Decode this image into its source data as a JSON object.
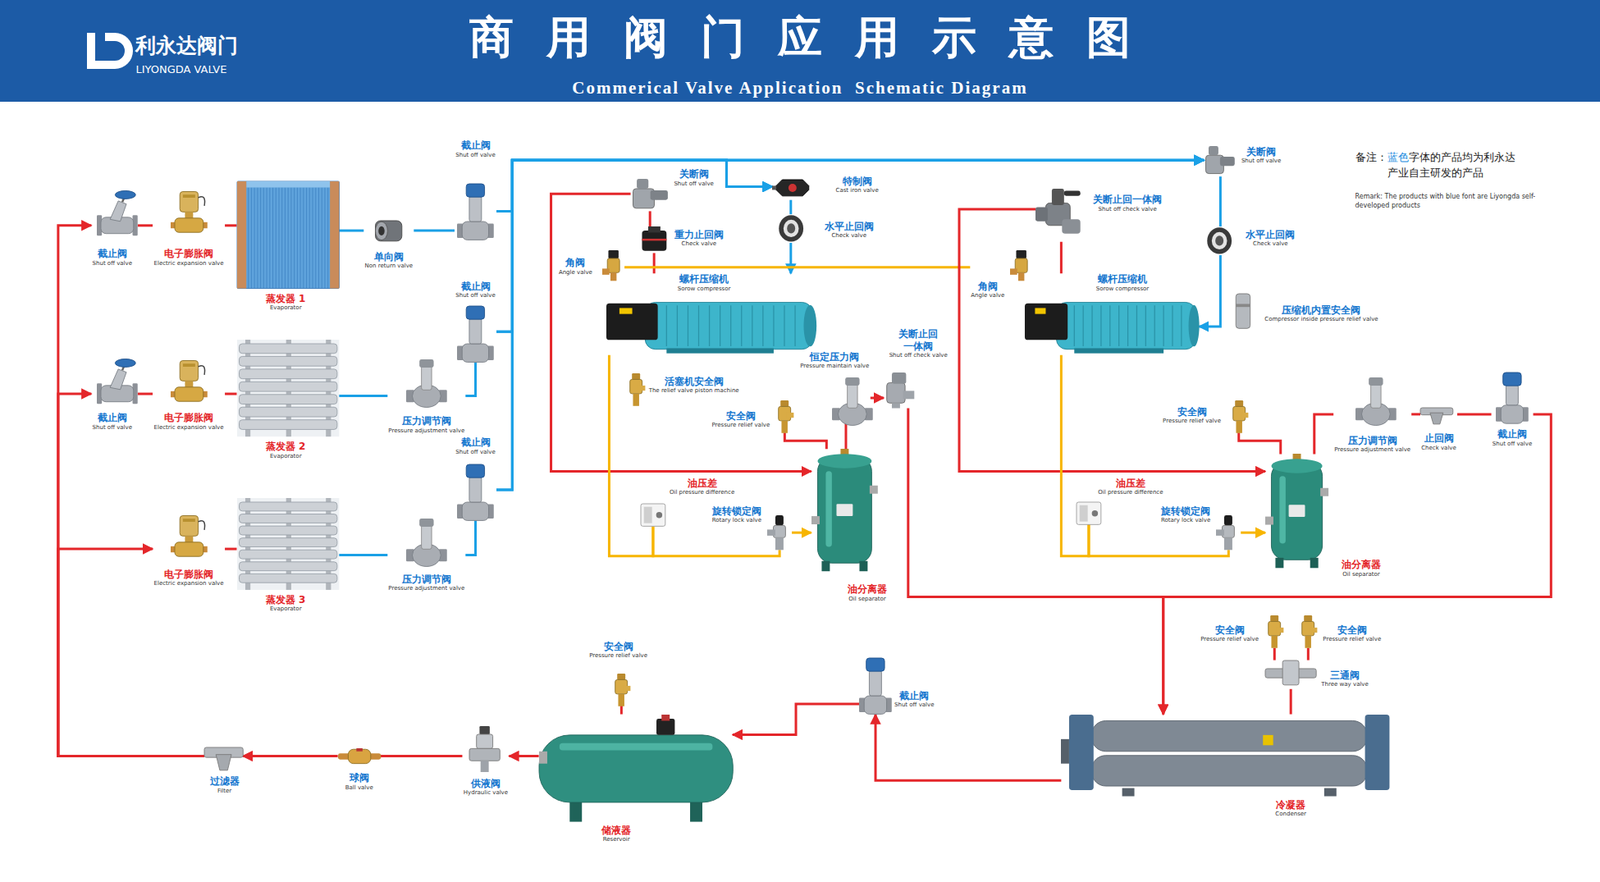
{
  "diagram": {
    "title": "商用阀门应用示意图",
    "nodes": [
      {
        "text": [
          "截止阀",
          "Shut off valve"
        ]
      },
      {
        "text": [
          "电子膨胀阀",
          "Electric expansion valve"
        ]
      },
      {
        "text": [
          "蒸发器 1",
          "Evaporator"
        ]
      },
      {
        "text": [
          "单向阀",
          "Non return valve"
        ]
      },
      {
        "text": [
          "截止阀",
          "Shut off valve"
        ]
      },
      {
        "text": [
          "截止阀",
          "Shut off valve"
        ]
      },
      {
        "text": [
          "电子膨胀阀",
          "Electric expansion valve"
        ]
      },
      {
        "text": [
          "蒸发器 2",
          "Evaporator"
        ]
      },
      {
        "text": [
          "压力调节阀",
          "Pressure adjustment valve"
        ]
      },
      {
        "text": [
          "截止阀",
          "Shut off valve"
        ]
      },
      {
        "text": [
          "电子膨胀阀",
          "Electric expansion valve"
        ]
      },
      {
        "text": [
          "蒸发器 3",
          "Evaporator"
        ]
      },
      {
        "text": [
          "压力调节阀",
          "Pressure adjustment valve"
        ]
      },
      {
        "text": [
          "截止阀",
          "Shut off valve"
        ]
      },
      {
        "text": [
          "关断阀",
          "Shut off valve"
        ]
      },
      {
        "text": [
          "特制阀",
          "Cast iron valve"
        ]
      },
      {
        "text": [
          "重力止回阀",
          "Check valve"
        ]
      },
      {
        "text": [
          "水平止回阀",
          "Check valve"
        ]
      },
      {
        "text": [
          "角阀",
          "Angle valve"
        ]
      },
      {
        "text": [
          "螺杆压缩机",
          "Sorow compressor"
        ]
      },
      {
        "text": [
          "活塞机安全阀",
          "The relief valve piston machine"
        ]
      },
      {
        "text": [
          "恒定压力阀",
          "Pressure maintain valve"
        ]
      },
      {
        "text": [
          "关断止回 一体阀",
          "Shut off check valve"
        ]
      },
      {
        "text": [
          "安全阀",
          "Pressure relief valve"
        ]
      },
      {
        "text": [
          "油压差",
          "Oil pressure difference"
        ]
      },
      {
        "text": [
          "旋转锁定阀",
          "Rotary lock valve"
        ]
      },
      {
        "text": [
          "油分离器",
          "Oil separator"
        ]
      },
      {
        "text": [
          "关断阀",
          "Shut off valve"
        ]
      },
      {
        "text": [
          "关断止回一体阀",
          "Shut off check valve"
        ]
      },
      {
        "text": [
          "水平止回阀",
          "Check valve"
        ]
      },
      {
        "text": [
          "角阀",
          "Angle valve"
        ]
      },
      {
        "text": [
          "螺杆压缩机",
          "Sorow compressor"
        ]
      },
      {
        "text": [
          "压缩机内置安全阀",
          "Compressor inside pressure relief valve"
        ]
      },
      {
        "text": [
          "安全阀",
          "Pressure relief valve"
        ]
      },
      {
        "text": [
          "压力调节阀",
          "Pressure adjustment valve"
        ]
      },
      {
        "text": [
          "止回阀",
          "Check valve"
        ]
      },
      {
        "text": [
          "截止阀",
          "Shut off valve"
        ]
      },
      {
        "text": [
          "油压差",
          "Oil pressure difference"
        ]
      },
      {
        "text": [
          "旋转锁定阀",
          "Rotary lock valve"
        ]
      },
      {
        "text": [
          "油分离器",
          "Oil separator"
        ]
      },
      {
        "text": [
          "安全阀",
          "Pressure relief valve"
        ]
      },
      {
        "text": [
          "安全阀",
          "Pressure relief valve"
        ]
      },
      {
        "text": [
          "三通阀",
          "Three way valve"
        ]
      },
      {
        "text": [
          "冷凝器",
          "Condenser"
        ]
      },
      {
        "text": [
          "截止阀",
          "Shut off valve"
        ]
      },
      {
        "text": [
          "安全阀",
          "Pressure relief valve"
        ]
      },
      {
        "text": [
          "储液器",
          "Reservoir"
        ]
      },
      {
        "text": [
          "供液阀",
          "Hydraulic valve"
        ]
      },
      {
        "text": [
          "球阀",
          "Ball valve"
        ]
      },
      {
        "text": [
          "过滤器",
          "Filter"
        ]
      }
    ],
    "edges": [
      {
        "from": 0,
        "to": 1,
        "arrow": "none"
      },
      {
        "from": 1,
        "to": 2,
        "arrow": "none"
      },
      {
        "from": 2,
        "to": 3,
        "arrow": "none"
      },
      {
        "from": 3,
        "to": 4,
        "arrow": "none"
      },
      {
        "from": 5,
        "to": 6,
        "arrow": "none"
      },
      {
        "from": 6,
        "to": 7,
        "arrow": "none"
      },
      {
        "from": 7,
        "to": 8,
        "arrow": "none"
      },
      {
        "from": 8,
        "to": 9,
        "arrow": "none"
      },
      {
        "from": 10,
        "to": 11,
        "arrow": "none"
      },
      {
        "from": 11,
        "to": 12,
        "arrow": "none"
      },
      {
        "from": 12,
        "to": 13,
        "arrow": "none"
      },
      {
        "from": 4,
        "to": 15,
        "arrow": "to"
      },
      {
        "from": 9,
        "to": 15,
        "arrow": "to"
      },
      {
        "from": 13,
        "to": 15,
        "arrow": "to"
      },
      {
        "from": 4,
        "to": 27,
        "arrow": "to"
      },
      {
        "from": 9,
        "to": 27,
        "arrow": "to"
      },
      {
        "from": 13,
        "to": 27,
        "arrow": "to"
      },
      {
        "from": 15,
        "to": 17,
        "arrow": "none"
      },
      {
        "from": 17,
        "to": 19,
        "arrow": "to"
      },
      {
        "from": 19,
        "to": 16,
        "arrow": "none"
      },
      {
        "from": 16,
        "to": 14,
        "arrow": "none"
      },
      {
        "from": 14,
        "to": 26,
        "arrow": "to"
      },
      {
        "from": 18,
        "to": 30,
        "arrow": "none"
      },
      {
        "from": 19,
        "to": 24,
        "arrow": "none"
      },
      {
        "from": 24,
        "to": 25,
        "arrow": "none"
      },
      {
        "from": 25,
        "to": 26,
        "arrow": "to"
      },
      {
        "from": 23,
        "to": 26,
        "arrow": "none"
      },
      {
        "from": 26,
        "to": 21,
        "arrow": "none"
      },
      {
        "from": 21,
        "to": 22,
        "arrow": "to"
      },
      {
        "from": 22,
        "to": 43,
        "arrow": "to"
      },
      {
        "from": 27,
        "to": 29,
        "arrow": "none"
      },
      {
        "from": 29,
        "to": 31,
        "arrow": "to"
      },
      {
        "from": 31,
        "to": 28,
        "arrow": "none"
      },
      {
        "from": 28,
        "to": 39,
        "arrow": "to"
      },
      {
        "from": 31,
        "to": 37,
        "arrow": "none"
      },
      {
        "from": 37,
        "to": 38,
        "arrow": "none"
      },
      {
        "from": 38,
        "to": 39,
        "arrow": "to"
      },
      {
        "from": 33,
        "to": 39,
        "arrow": "none"
      },
      {
        "from": 39,
        "to": 34,
        "arrow": "none"
      },
      {
        "from": 34,
        "to": 35,
        "arrow": "none"
      },
      {
        "from": 35,
        "to": 36,
        "arrow": "none"
      },
      {
        "from": 36,
        "to": 43,
        "arrow": "to"
      },
      {
        "from": 40,
        "to": 42,
        "arrow": "none"
      },
      {
        "from": 41,
        "to": 42,
        "arrow": "none"
      },
      {
        "from": 42,
        "to": 43,
        "arrow": "none"
      },
      {
        "from": 43,
        "to": 44,
        "arrow": "to"
      },
      {
        "from": 44,
        "to": 46,
        "arrow": "to"
      },
      {
        "from": 45,
        "to": 46,
        "arrow": "none"
      },
      {
        "from": 46,
        "to": 47,
        "arrow": "to"
      },
      {
        "from": 47,
        "to": 48,
        "arrow": "none"
      },
      {
        "from": 48,
        "to": 49,
        "arrow": "to"
      },
      {
        "from": 49,
        "to": 0,
        "arrow": "to"
      },
      {
        "from": 49,
        "to": 5,
        "arrow": "to"
      },
      {
        "from": 49,
        "to": 10,
        "arrow": "to"
      }
    ],
    "labels": [
      "利永达阀门",
      "LIYONGDA VALVE",
      "Commerical Valve Application  Schematic Diagram",
      "备注：",
      "蓝色",
      "字体的产品均为利永达产业自主研发的产品",
      "Remark: The products with blue font are Liyongda self-developed products"
    ]
  }
}
